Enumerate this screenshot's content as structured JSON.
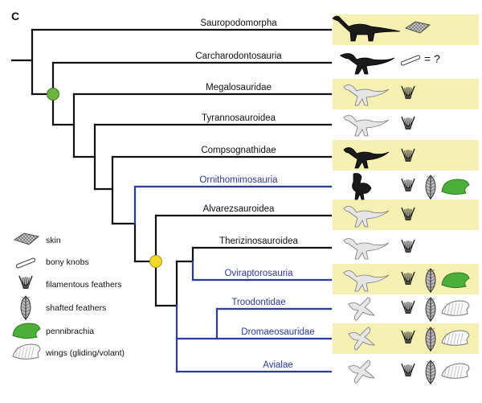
{
  "panel_label": "C",
  "taxa": [
    {
      "name": "Sauropodomorpha",
      "blue": false,
      "traits": [
        "skin"
      ],
      "silhouette": "sauropod-silhouette",
      "highlight": true
    },
    {
      "name": "Carcharodontosauria",
      "blue": false,
      "traits": [
        "bony-knobs-question"
      ],
      "silhouette": "carcharodontosaur-silhouette",
      "highlight": false
    },
    {
      "name": "Megalosauridae",
      "blue": false,
      "traits": [
        "filamentous"
      ],
      "silhouette": "megalosaur-silhouette",
      "highlight": true
    },
    {
      "name": "Tyrannosauroidea",
      "blue": false,
      "traits": [
        "filamentous"
      ],
      "silhouette": "tyrannosaur-silhouette",
      "highlight": false
    },
    {
      "name": "Compsognathidae",
      "blue": false,
      "traits": [
        "filamentous"
      ],
      "silhouette": "compsognathid-silhouette",
      "highlight": true
    },
    {
      "name": "Ornithomimosauria",
      "blue": true,
      "traits": [
        "filamentous",
        "shafted",
        "pennibrachia"
      ],
      "silhouette": "ornithomimid-silhouette",
      "highlight": false
    },
    {
      "name": "Alvarezsauroidea",
      "blue": false,
      "traits": [
        "filamentous"
      ],
      "silhouette": "alvarezsaur-silhouette",
      "highlight": true
    },
    {
      "name": "Therizinosauroidea",
      "blue": false,
      "traits": [
        "filamentous"
      ],
      "silhouette": "therizinosaur-silhouette",
      "highlight": false
    },
    {
      "name": "Oviraptorosauria",
      "blue": true,
      "traits": [
        "filamentous",
        "shafted",
        "pennibrachia"
      ],
      "silhouette": "oviraptorosaur-silhouette",
      "highlight": true
    },
    {
      "name": "Troodontidae",
      "blue": true,
      "traits": [
        "filamentous",
        "shafted",
        "wings"
      ],
      "silhouette": "troodontid-silhouette",
      "highlight": false
    },
    {
      "name": "Dromaeosauridae",
      "blue": true,
      "traits": [
        "filamentous",
        "shafted",
        "wings"
      ],
      "silhouette": "dromaeosaur-silhouette",
      "highlight": true
    },
    {
      "name": "Avialae",
      "blue": true,
      "traits": [
        "filamentous",
        "shafted",
        "wings"
      ],
      "silhouette": "avialan-silhouette",
      "highlight": false
    }
  ],
  "question_mark": "= ?",
  "legend": [
    {
      "key": "skin",
      "label": "skin",
      "icon": "skin-icon"
    },
    {
      "key": "knobs",
      "label": "bony knobs",
      "icon": "bony-knob-icon"
    },
    {
      "key": "filamentous",
      "label": "filamentous feathers",
      "icon": "filament-feather-icon"
    },
    {
      "key": "shafted",
      "label": "shafted feathers",
      "icon": "shafted-feather-icon"
    },
    {
      "key": "pennibrachia",
      "label": "pennibrachia",
      "icon": "pennibrachia-icon"
    },
    {
      "key": "wings",
      "label": "wings (gliding/volant)",
      "icon": "wing-icon"
    }
  ],
  "colors": {
    "black_branch": "#111111",
    "blue_branch": "#2b3a9b",
    "highlight": "#f6f0b3",
    "node_green": "#6cb33f",
    "node_yellow": "#f2d82a",
    "pennibrachia": "#4caf3a",
    "silhouette_dark": "#1a1a1a",
    "silhouette_light": "#e6e6e6"
  }
}
